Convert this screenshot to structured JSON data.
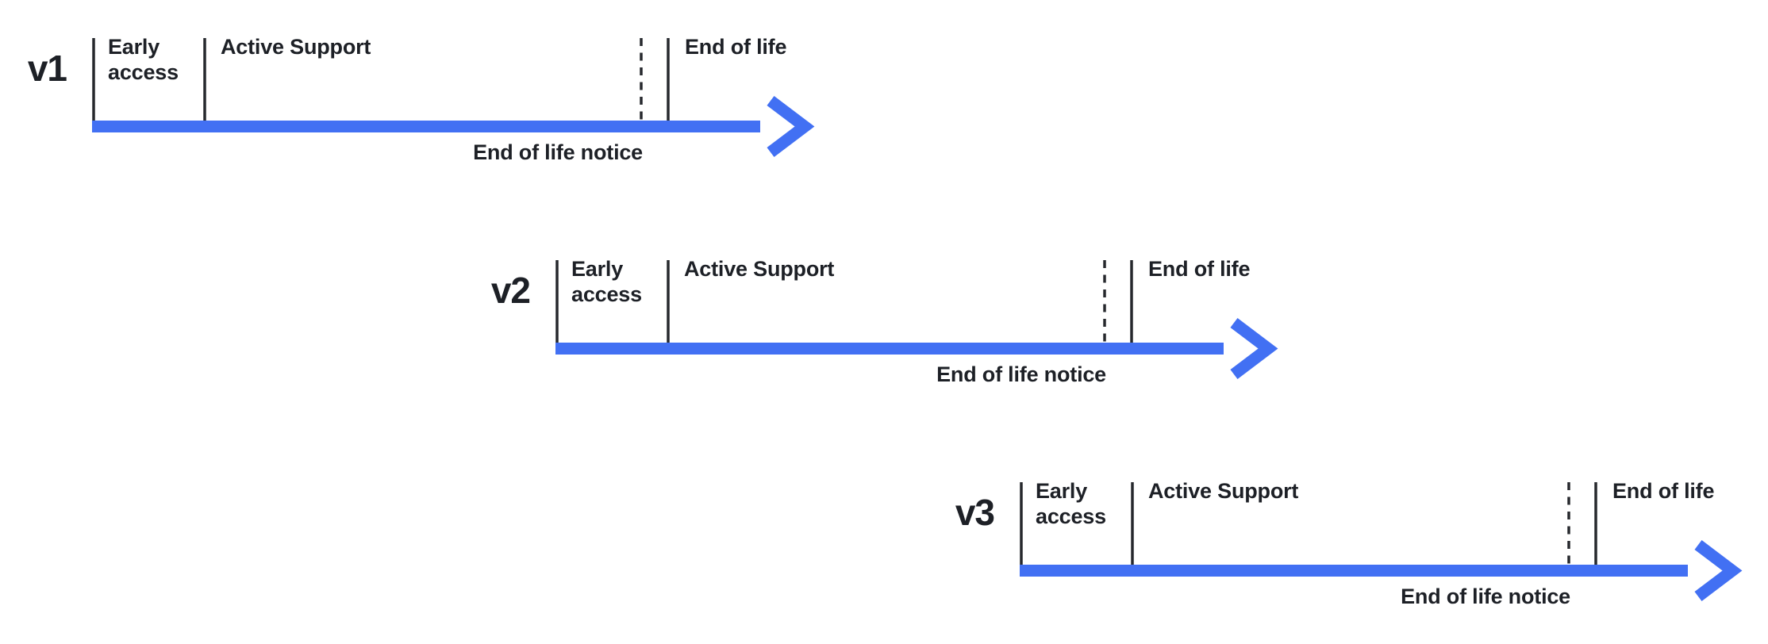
{
  "colors": {
    "arrow": "#4270F3",
    "line": "#26282D",
    "text": "#1D2026"
  },
  "timelines": [
    {
      "version": "v1",
      "labels": {
        "early_access": "Early access",
        "active_support": "Active Support",
        "end_of_life": "End of life",
        "end_of_life_notice": "End of life notice"
      }
    },
    {
      "version": "v2",
      "labels": {
        "early_access": "Early access",
        "active_support": "Active Support",
        "end_of_life": "End of life",
        "end_of_life_notice": "End of life notice"
      }
    },
    {
      "version": "v3",
      "labels": {
        "early_access": "Early access",
        "active_support": "Active Support",
        "end_of_life": "End of life",
        "end_of_life_notice": "End of life notice"
      }
    }
  ]
}
